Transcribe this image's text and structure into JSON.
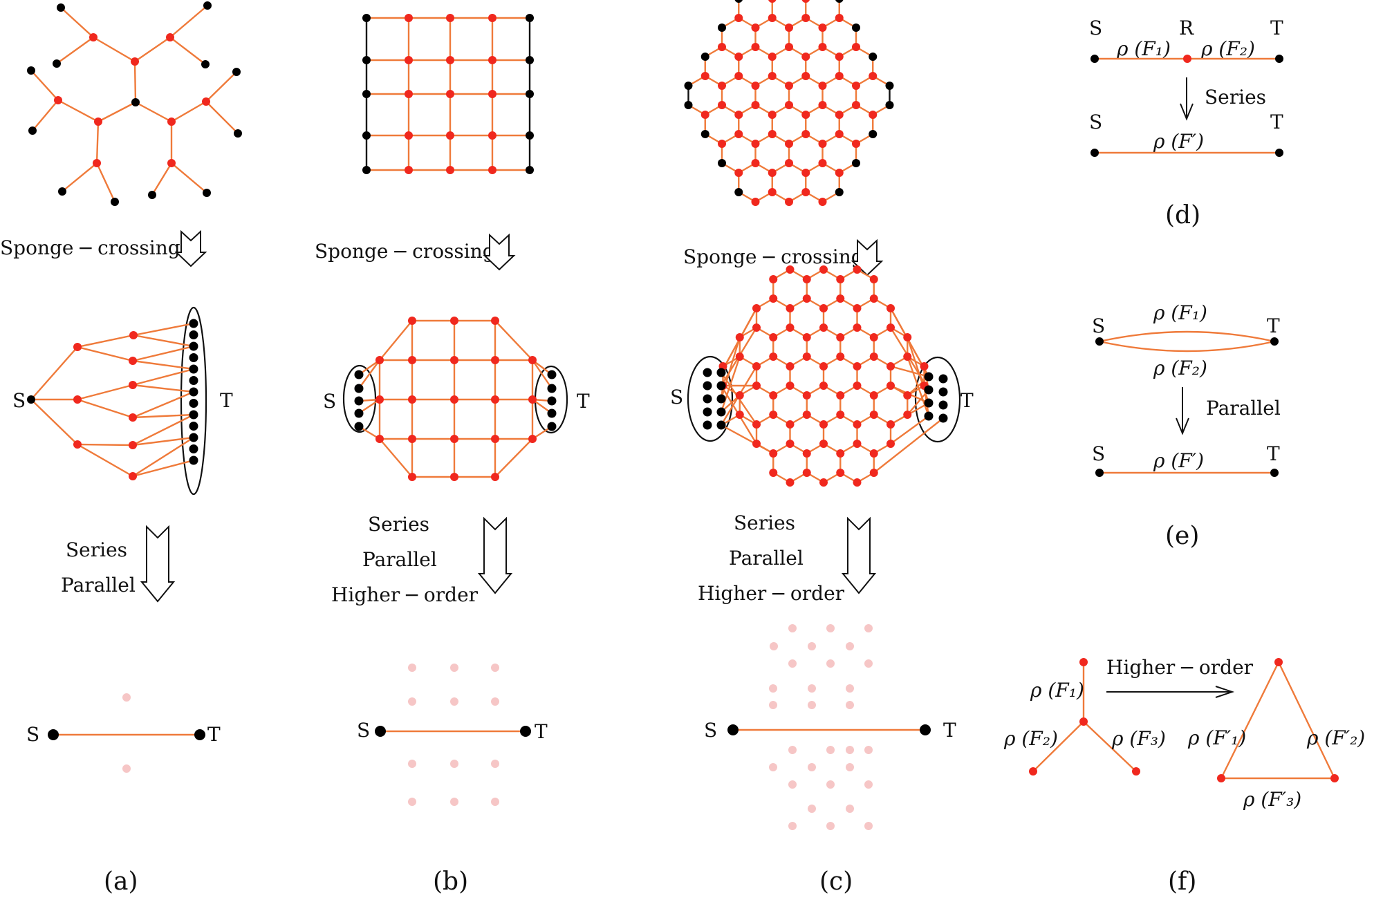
{
  "labels": {
    "S": "S",
    "T": "T",
    "R": "R",
    "sponge_crossing": "Sponge − crossing",
    "series": "Series",
    "parallel": "Parallel",
    "higher_order": "Higher − order"
  },
  "captions": {
    "a": "(a)",
    "b": "(b)",
    "c": "(c)",
    "d": "(d)",
    "e": "(e)",
    "f": "(f)"
  },
  "rho": {
    "F1": "ρ (F₁)",
    "F2": "ρ (F₂)",
    "F3": "ρ (F₃)",
    "Fp": "ρ (F′)",
    "F1p": "ρ (F′₁)",
    "F2p": "ρ (F′₂)",
    "F3p": "ρ (F′₃)"
  },
  "colors": {
    "edge": "#ef7a3a",
    "node_red": "#f0281e",
    "node_black": "#000000",
    "node_faded": "#f6c6c6"
  }
}
